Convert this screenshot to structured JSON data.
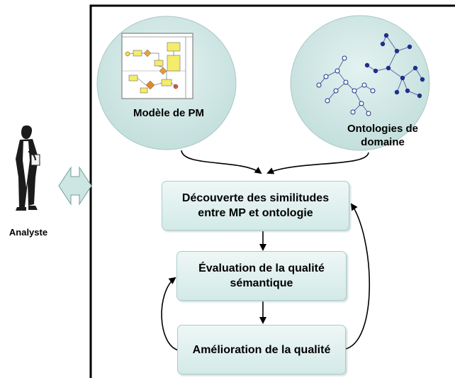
{
  "analyst": {
    "label": "Analyste",
    "icon": "analyst-person-icon"
  },
  "inputs": {
    "process_model": {
      "label": "Modèle de PM",
      "icon": "process-model-thumbnail"
    },
    "ontologies": {
      "label": "Ontologies de\ndomaine",
      "icon": "ontology-graph-icon"
    }
  },
  "steps": [
    {
      "label": "Découverte des similitudes entre MP et ontologie"
    },
    {
      "label": "Évaluation de la qualité sémantique"
    },
    {
      "label": "Amélioration de la qualité"
    }
  ],
  "colors": {
    "circle_fill": "#cde5e3",
    "box_fill": "#dceeed",
    "arrow_fill": "#cde5e3",
    "graph_node": "#1f2f8a"
  }
}
